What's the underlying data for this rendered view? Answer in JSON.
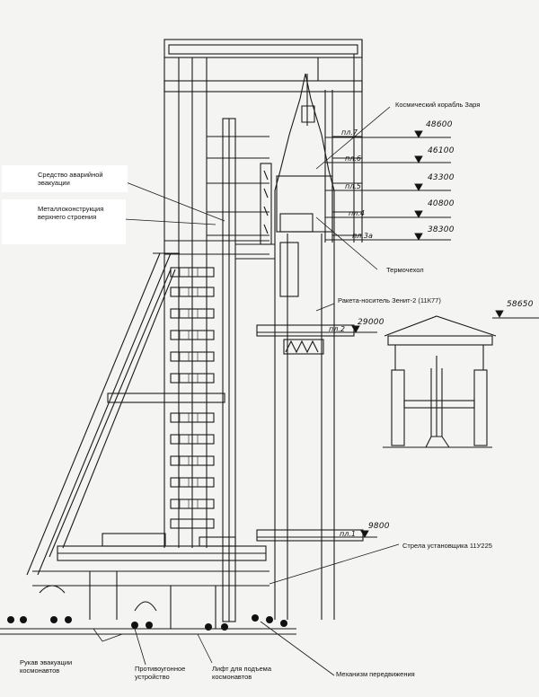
{
  "labels": {
    "spacecraft": "Космический корабль Заря",
    "escape": "Средство аварийной эвакуации",
    "metalwork": "Металлоконструкция верхнего строения",
    "thermal": "Термочехол",
    "rocket": "Ракета-носитель Зенит-2 (11К77)",
    "boom": "Стрела установщика 11У225",
    "sleeve": "Рукав эвакуации космонавтов",
    "fire": "Противоугонное устройство",
    "lift": "Лифт для подъема космонавтов",
    "mechanism": "Механизм передвижения"
  },
  "levels": {
    "pl7": "пл.7",
    "pl6": "пл.6",
    "pl5": "пл.5",
    "pl4": "пл.4",
    "pl3": "пл.3а",
    "pl2": "пл.2",
    "pl1": "пл.1"
  },
  "elevations": {
    "e7": "48600",
    "e6": "46100",
    "e5": "43300",
    "e4": "40800",
    "e3": "38300",
    "e2": "29000",
    "e1": "9800",
    "inset": "58650"
  }
}
